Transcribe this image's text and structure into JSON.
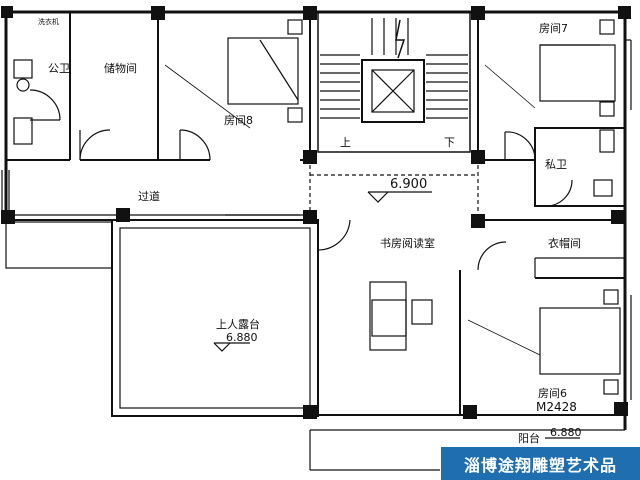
{
  "rooms": {
    "public_bath": "公卫",
    "storage": "储物间",
    "bedroom8": "房间8",
    "bedroom7": "房间7",
    "private_bath": "私卫",
    "corridor": "过道",
    "study": "书房阅读室",
    "closet": "衣帽间",
    "terrace": "上人露台",
    "bedroom6": "房间6",
    "balcony": "阳台"
  },
  "appliance": {
    "washer": "洗衣机"
  },
  "stairs": {
    "up": "上",
    "down": "下"
  },
  "elevations": {
    "main": "6.900",
    "terrace": "6.880",
    "balcony": "6.880"
  },
  "door_code": "M2428",
  "watermark": "淄博途翔雕塑艺术品"
}
